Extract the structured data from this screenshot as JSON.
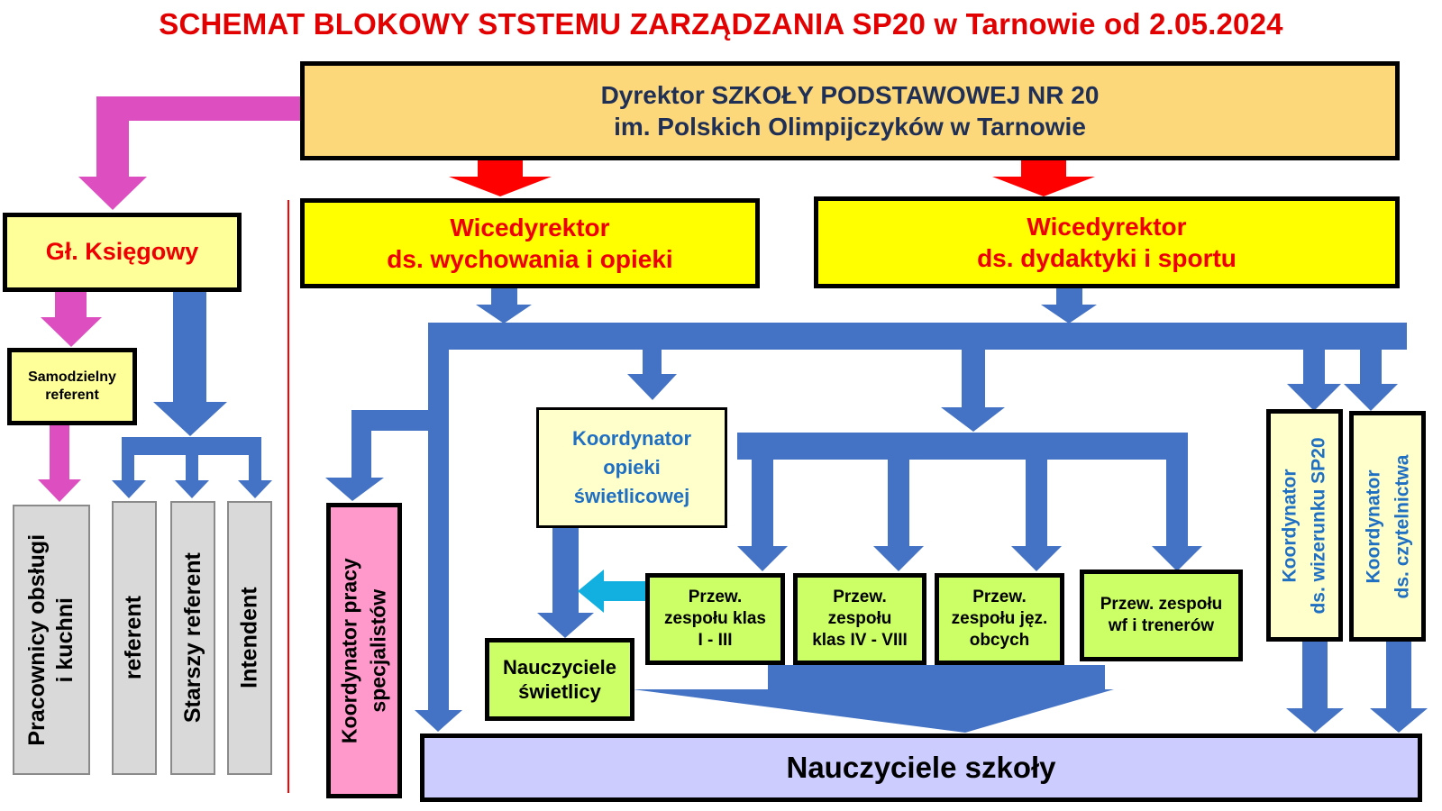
{
  "title": "SCHEMAT  BLOKOWY  STSTEMU  ZARZĄDZANIA SP20 w Tarnowie od  2.05.2024",
  "colors": {
    "title_red": "#e30000",
    "director_fill": "#fcd87a",
    "vice_fill": "#ffff00",
    "vice_text": "#ee0000",
    "accountant_fill": "#ffff99",
    "coordinator_text": "#1f6fc2",
    "coordinator_fill": "#ffffcc",
    "team_fill": "#ccff66",
    "specialist_fill": "#ff99cc",
    "teachers_fill": "#ccccff",
    "staff_fill": "#d9d9d9",
    "arrow_blue": "#4472c4",
    "arrow_pink": "#dd4fc0",
    "arrow_red": "#ff0000",
    "arrow_cyan": "#12b0e0"
  },
  "director": {
    "line1": "Dyrektor SZKOŁY PODSTAWOWEJ NR 20",
    "line2": "im. Polskich Olimpijczyków  w Tarnowie"
  },
  "vice_care": {
    "line1": "Wicedyrektor",
    "line2": "ds. wychowania i opieki"
  },
  "vice_didactics": {
    "line1": "Wicedyrektor",
    "line2": "ds. dydaktyki i sportu"
  },
  "accountant": {
    "label": "Gł. Księgowy"
  },
  "independent_clerk": {
    "line1": "Samodzielny",
    "line2": "referent"
  },
  "staff": {
    "kitchen": {
      "line1": "Pracownicy obsługi",
      "line2": "i kuchni"
    },
    "clerk": "referent",
    "senior_clerk": "Starszy referent",
    "steward": "Intendent"
  },
  "coordinator_daycare": {
    "line1": "Koordynator",
    "line2": "opieki",
    "line3": "świetlicowej"
  },
  "coordinator_specialists": {
    "line1": "Koordynator pracy",
    "line2": "specjalistów"
  },
  "coordinator_image": {
    "line1": "Koordynator",
    "line2": "ds. wizerunku SP20"
  },
  "coordinator_reading": {
    "line1": "Koordynator",
    "line2": "ds. czytelnictwa"
  },
  "teams": {
    "grades_1_3": {
      "line1": "Przew.",
      "line2": "zespołu klas",
      "line3": "I - III"
    },
    "grades_4_8": {
      "line1": "Przew.",
      "line2": "zespołu",
      "line3": "klas IV - VIII"
    },
    "languages": {
      "line1": "Przew.",
      "line2": "zespołu jęz.",
      "line3": "obcych"
    },
    "pe": {
      "line1": "Przew. zespołu",
      "line2": "wf i trenerów"
    }
  },
  "daycare_teachers": {
    "line1": "Nauczyciele",
    "line2": "świetlicy"
  },
  "school_teachers": {
    "label": "Nauczyciele szkoły"
  }
}
